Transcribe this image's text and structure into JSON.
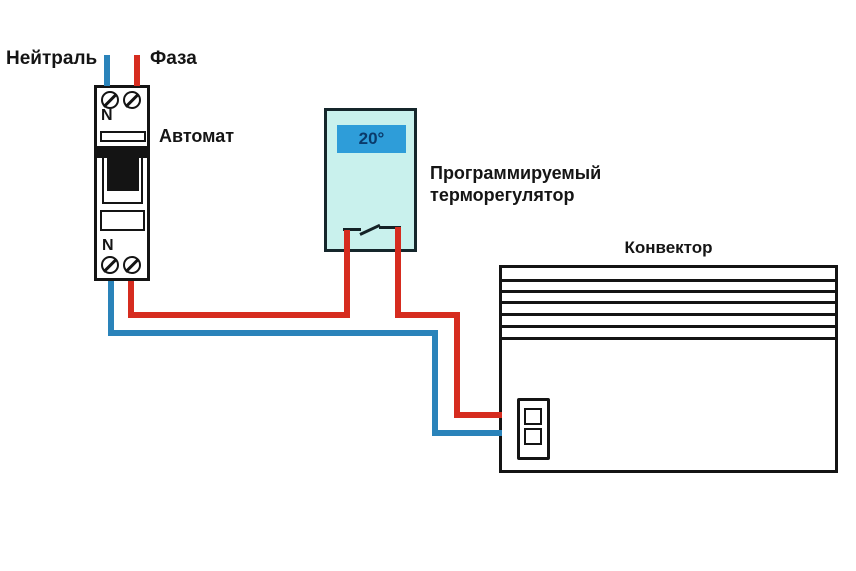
{
  "labels": {
    "neutral": "Нейтраль",
    "phase": "Фаза",
    "breaker": "Автомат",
    "thermostat": "Программируемый терморегулятор",
    "convector": "Конвектор"
  },
  "breaker": {
    "terminal_top": "N",
    "terminal_bottom": "N"
  },
  "thermostat": {
    "display_value": "20°"
  },
  "colors": {
    "neutral_wire": "#2a83ba",
    "phase_wire": "#d62c1f",
    "thermostat_fill": "#c9f1ed",
    "display_fill": "#2e9dd9",
    "display_text": "#0a3a6b",
    "line": "#141414"
  }
}
